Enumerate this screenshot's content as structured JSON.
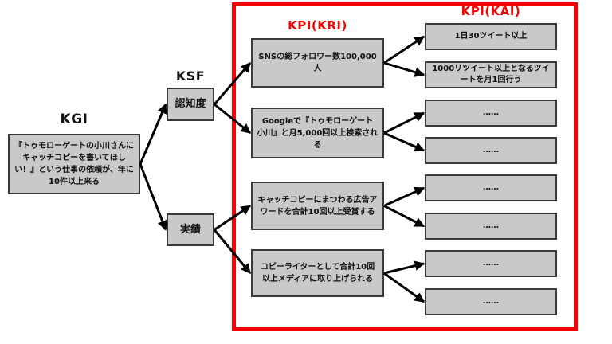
{
  "diagram": {
    "columns": {
      "kgi": {
        "label": "KGI",
        "node": {
          "id": "kgi",
          "text": "『トゥモローゲートの小川さんにキャッチコピーを書いてほしい！』という仕事の依頼が、年に10件以上来る"
        }
      },
      "ksf": {
        "label": "KSF",
        "nodes": [
          {
            "id": "ksf0",
            "text": "認知度"
          },
          {
            "id": "ksf1",
            "text": "実績"
          }
        ]
      },
      "kri": {
        "label": "KPI(KRI)",
        "nodes": [
          {
            "id": "kri0",
            "text": "SNSの総フォロワー数100,000人"
          },
          {
            "id": "kri1",
            "text": "Googleで『トゥモローゲート　小川』と月5,000回以上検索される"
          },
          {
            "id": "kri2",
            "text": "キャッチコピーにまつわる広告アワードを合計10回以上受賞する"
          },
          {
            "id": "kri3",
            "text": "コピーライターとして合計10回以上メディアに取り上げられる"
          }
        ]
      },
      "kai": {
        "label": "KPI(KAI)",
        "nodes": [
          {
            "id": "kai0",
            "text": "1日30ツイート以上"
          },
          {
            "id": "kai1",
            "text": "1000リツイート以上となるツイートを月1回行う"
          },
          {
            "id": "kai2",
            "text": "……"
          },
          {
            "id": "kai3",
            "text": "……"
          },
          {
            "id": "kai4",
            "text": "……"
          },
          {
            "id": "kai5",
            "text": "……"
          },
          {
            "id": "kai6",
            "text": "……"
          },
          {
            "id": "kai7",
            "text": "……"
          }
        ]
      }
    },
    "edges": [
      [
        "kgi",
        "ksf0"
      ],
      [
        "kgi",
        "ksf1"
      ],
      [
        "ksf0",
        "kri0"
      ],
      [
        "ksf0",
        "kri1"
      ],
      [
        "ksf1",
        "kri2"
      ],
      [
        "ksf1",
        "kri3"
      ],
      [
        "kri0",
        "kai0"
      ],
      [
        "kri0",
        "kai1"
      ],
      [
        "kri1",
        "kai2"
      ],
      [
        "kri1",
        "kai3"
      ],
      [
        "kri2",
        "kai4"
      ],
      [
        "kri2",
        "kai5"
      ],
      [
        "kri3",
        "kai6"
      ],
      [
        "kri3",
        "kai7"
      ]
    ],
    "colors": {
      "accent_red": "#f40505",
      "box_fill": "#c9c9c9",
      "box_border": "#3a3a3a",
      "arrow": "#000000",
      "background": "#ffffff"
    }
  }
}
